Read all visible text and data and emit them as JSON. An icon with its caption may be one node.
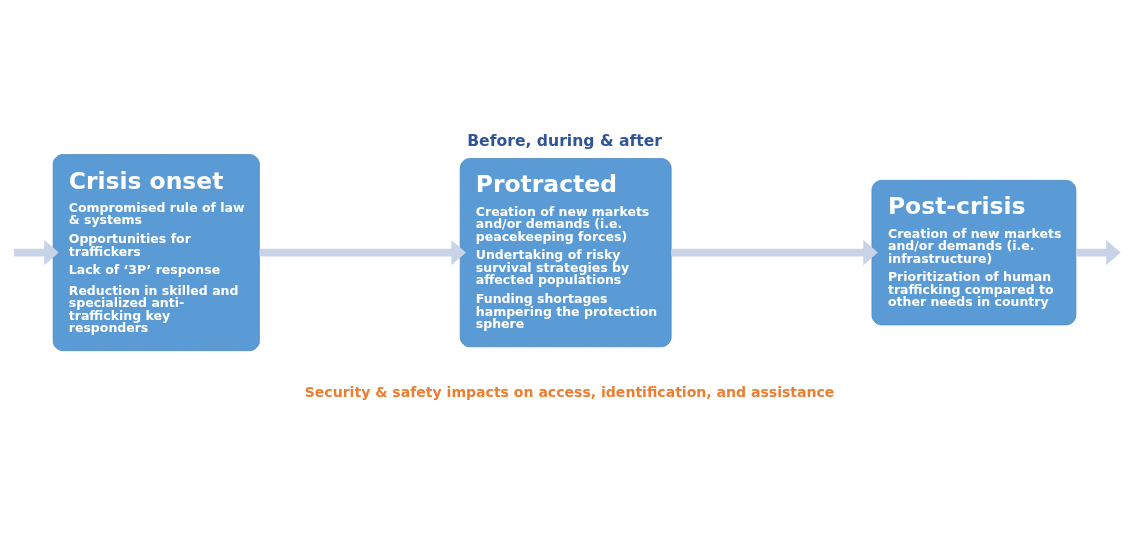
{
  "diagram": {
    "title": "Before, during & after",
    "caption": "Security & safety impacts on access, identification, and assistance",
    "nodes": [
      {
        "text": [
          "Crisis onset",
          "Compromised rule of law & systems",
          "Opportunities for traffickers",
          "Lack of ‘3P’ response",
          "Reduction in skilled and specialized anti-trafficking key responders"
        ]
      },
      {
        "text": [
          "Protracted",
          "Creation of new markets and/or demands (i.e. peacekeeping forces)",
          "Undertaking of risky survival strategies by affected populations",
          "Funding shortages hampering the protection sphere"
        ]
      },
      {
        "text": [
          "Post-crisis",
          "Creation of new markets and/or demands (i.e. infrastructure)",
          "Prioritization of human trafficking compared to other needs in country"
        ]
      }
    ],
    "edges": [
      {
        "from": null,
        "to": 0,
        "arrow": "to"
      },
      {
        "from": 0,
        "to": 1,
        "arrow": "to"
      },
      {
        "from": 1,
        "to": 2,
        "arrow": "to"
      },
      {
        "from": 2,
        "to": null,
        "arrow": "to"
      }
    ]
  }
}
